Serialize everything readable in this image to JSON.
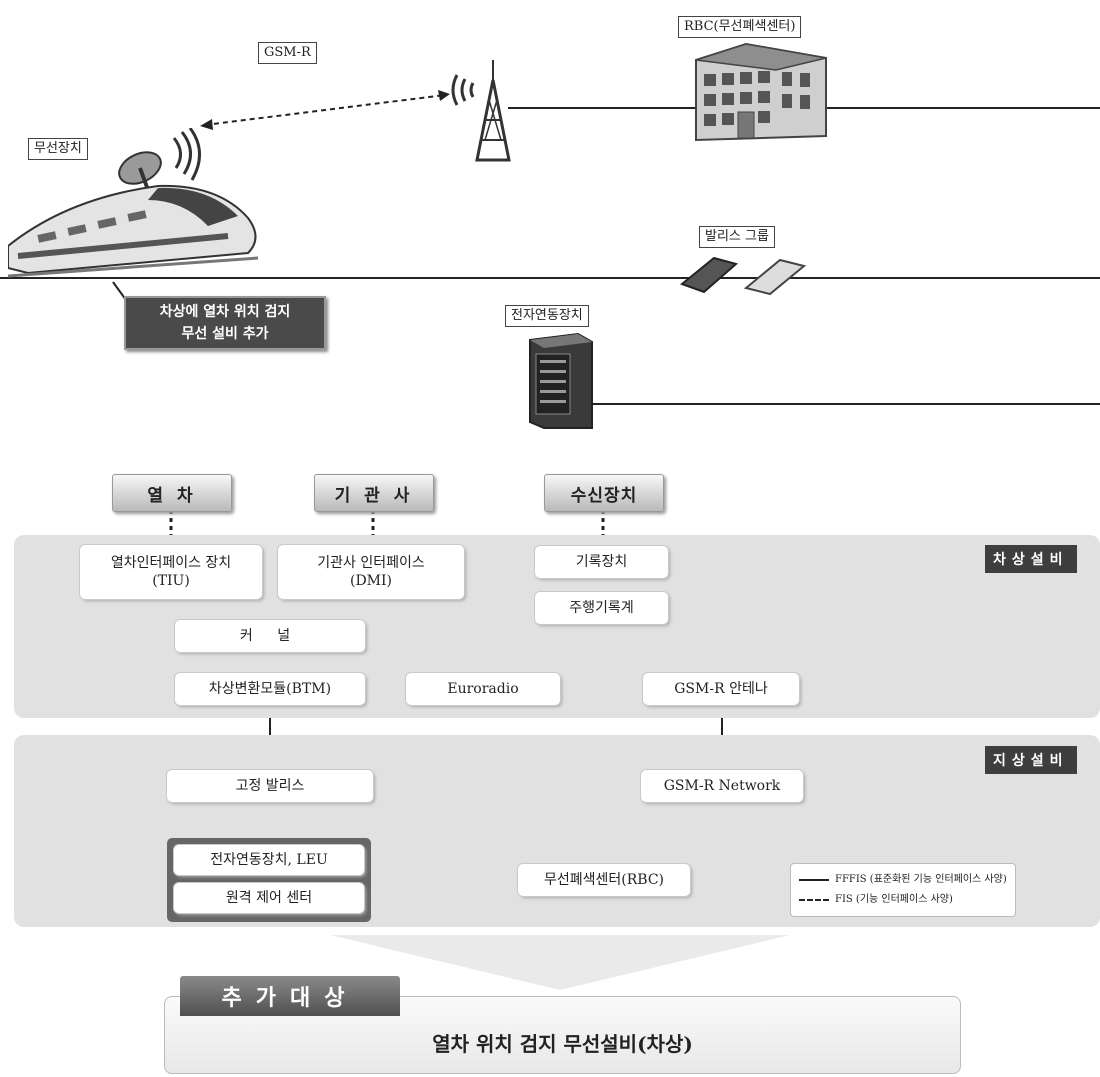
{
  "top": {
    "gsmr": "GSM-R",
    "rbc": "RBC(무선폐색센터)",
    "radio_device": "무선장치",
    "balise_group": "발리스 그룹",
    "interlocking": "전자연동장치",
    "onboard_add_line1": "차상에 열차 위치 검지",
    "onboard_add_line2": "무선 설비 추가"
  },
  "actors": {
    "train": "열 차",
    "driver": "기 관 사",
    "receiver": "수신장치"
  },
  "onboard": {
    "section_label": "차상설비",
    "tiu_line1": "열차인터페이스 장치",
    "tiu_line2": "(TIU)",
    "dmi_line1": "기관사 인터페이스",
    "dmi_line2": "(DMI)",
    "recorder": "기록장치",
    "odometer": "주행기록계",
    "kernel": "커 널",
    "btm": "차상변환모듈(BTM)",
    "euroradio": "Euroradio",
    "gsmr_antenna": "GSM-R 안테나"
  },
  "wayside": {
    "section_label": "지상설비",
    "fixed_balise": "고정 발리스",
    "gsmr_network": "GSM-R Network",
    "leu": "전자연동장치, LEU",
    "remote_control": "원격 제어 센터",
    "rbc": "무선폐색센터(RBC)"
  },
  "legend": {
    "solid": "FFFIS (표준화된 기능 인터페이스 사양)",
    "dashed": "FIS (기능 인터페이스 사양)"
  },
  "result": {
    "tag": "추가대상",
    "text": "열차 위치 검지 무선설비(차상)"
  }
}
